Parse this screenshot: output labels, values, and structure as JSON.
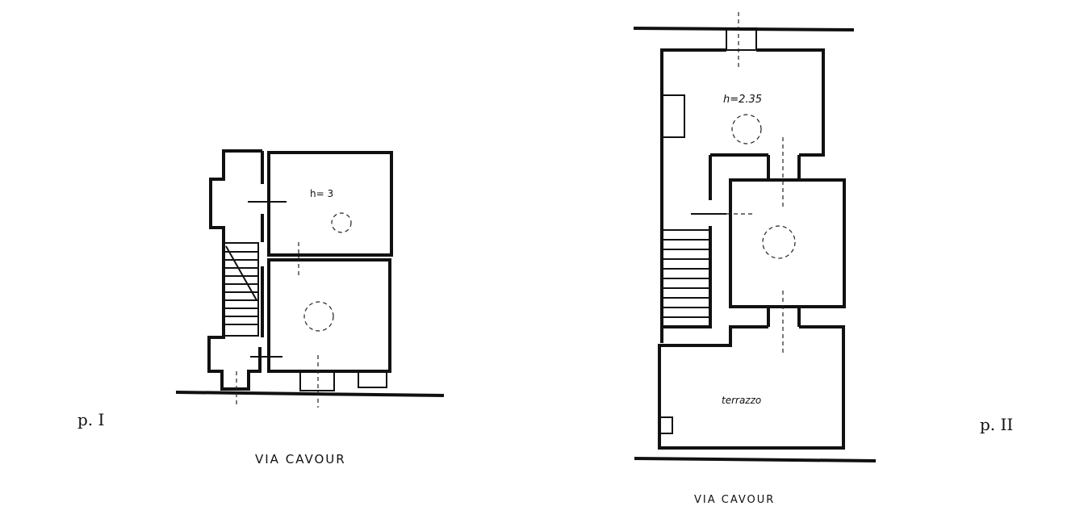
{
  "plans": [
    {
      "floor_label": "p. I",
      "street_label": "VIA CAVOUR",
      "room_labels": [
        "h= 3"
      ]
    },
    {
      "floor_label": "p. II",
      "street_label": "VIA CAVOUR",
      "room_labels": [
        "h=2.35",
        "terrazzo"
      ]
    }
  ]
}
